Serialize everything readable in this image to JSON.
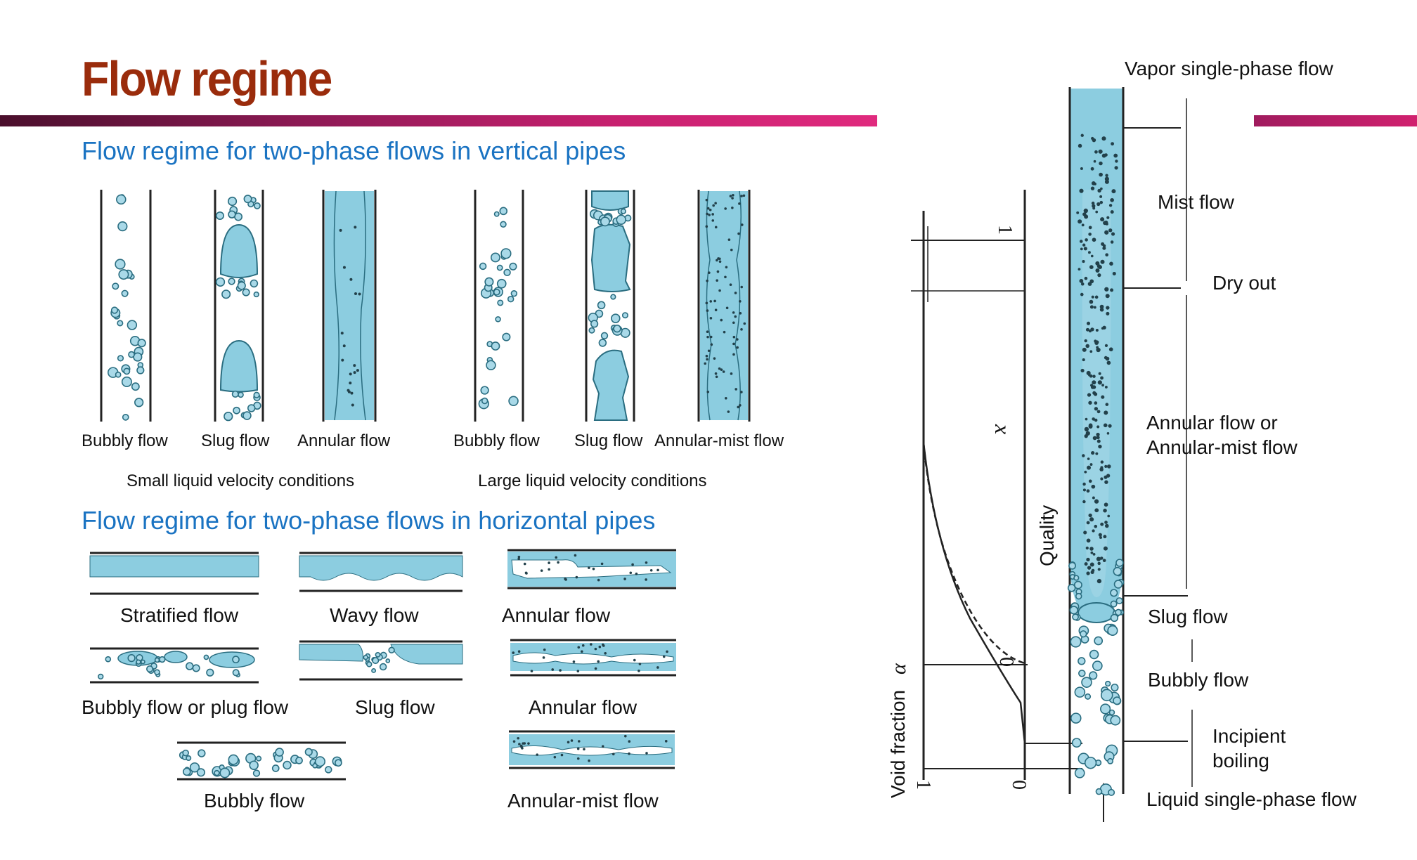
{
  "title": "Flow regime",
  "colors": {
    "title": "#9a2c0c",
    "subhead": "#1a73c2",
    "liquid": "#8ccde0",
    "bubble_fill": "#a9d9e8",
    "bar_start": "#4a0f2c",
    "bar_end": "#e02a7e"
  },
  "vertical": {
    "heading": "Flow regime for two-phase flows in vertical pipes",
    "small_group": {
      "caption": "Small liquid velocity conditions",
      "labels": [
        "Bubbly flow",
        "Slug flow",
        "Annular flow"
      ]
    },
    "large_group": {
      "caption": "Large liquid velocity conditions",
      "labels": [
        "Bubbly flow",
        "Slug flow",
        "Annular-mist flow"
      ]
    }
  },
  "horizontal": {
    "heading": "Flow regime for two-phase flows in horizontal pipes",
    "labels": [
      "Stratified flow",
      "Wavy flow",
      "Annular flow",
      "Bubbly flow or plug flow",
      "Slug flow",
      "Annular flow",
      "Bubbly flow",
      "Annular-mist flow"
    ]
  },
  "axis_diagram": {
    "void_axis_label": "Void fraction",
    "void_symbol": "α",
    "quality_axis_label": "Quality",
    "quality_symbol": "x",
    "tick_one": "1",
    "tick_zero": "0"
  },
  "heated_tube": {
    "top_label": "Vapor single-phase flow",
    "regions": {
      "mist": "Mist flow",
      "dryout": "Dry out",
      "annular_line1": "Annular flow or",
      "annular_line2": "Annular-mist flow",
      "slug": "Slug flow",
      "bubbly": "Bubbly flow",
      "incipient_line1": "Incipient",
      "incipient_line2": "boiling",
      "liquid": "Liquid single-phase flow"
    }
  }
}
